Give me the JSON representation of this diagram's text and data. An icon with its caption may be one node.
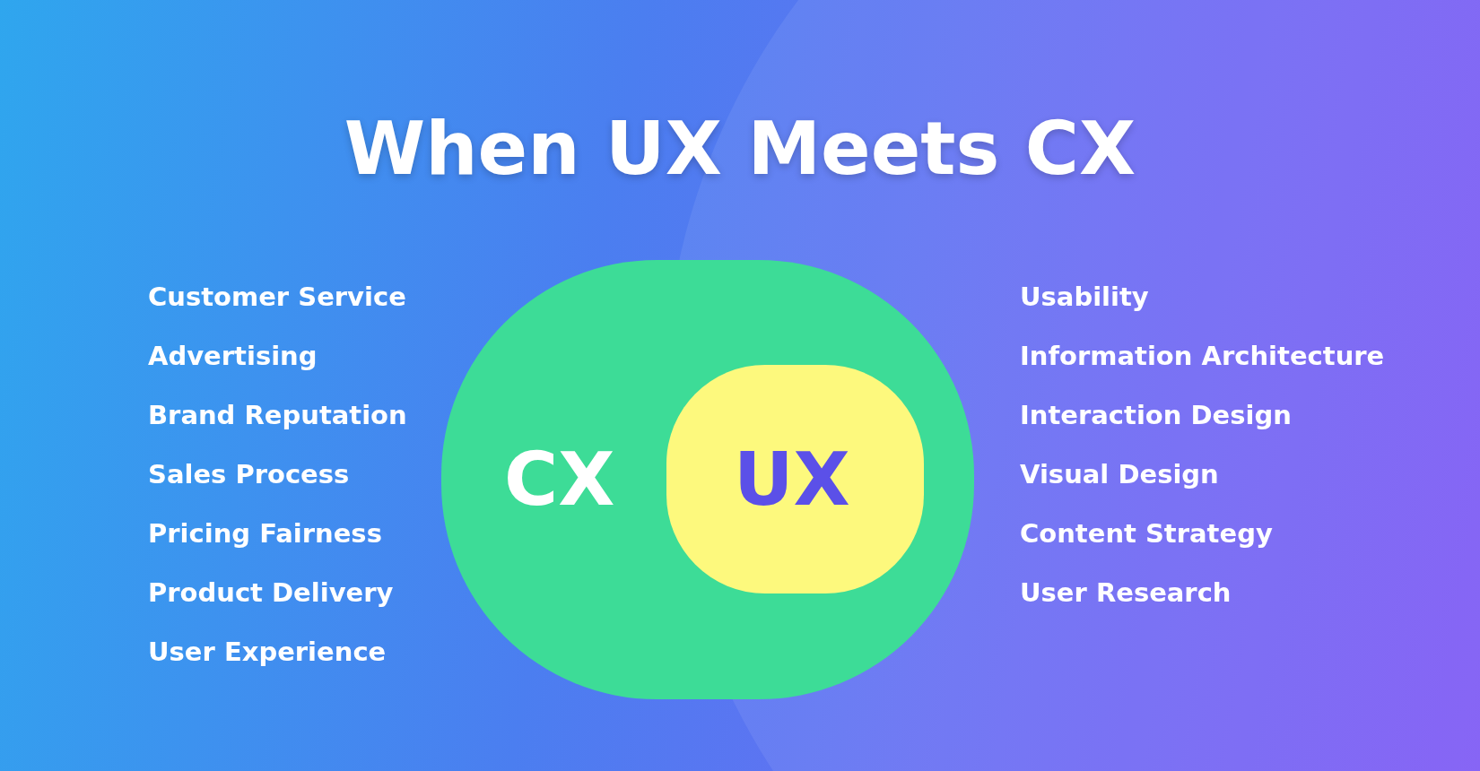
{
  "diagram": {
    "title": "When UX Meets CX",
    "nodes": [
      {
        "text": [
          "CX"
        ]
      },
      {
        "text": [
          "UX"
        ],
        "in": 0
      }
    ],
    "edges": [],
    "labels": [
      "Customer Service",
      "Advertising",
      "Brand Reputation",
      "Sales Process",
      "Pricing Fairness",
      "Product Delivery",
      "User Experience",
      "Usability",
      "Information Architecture",
      "Interaction Design",
      "Visual Design",
      "Content Strategy",
      "User Research"
    ]
  }
}
